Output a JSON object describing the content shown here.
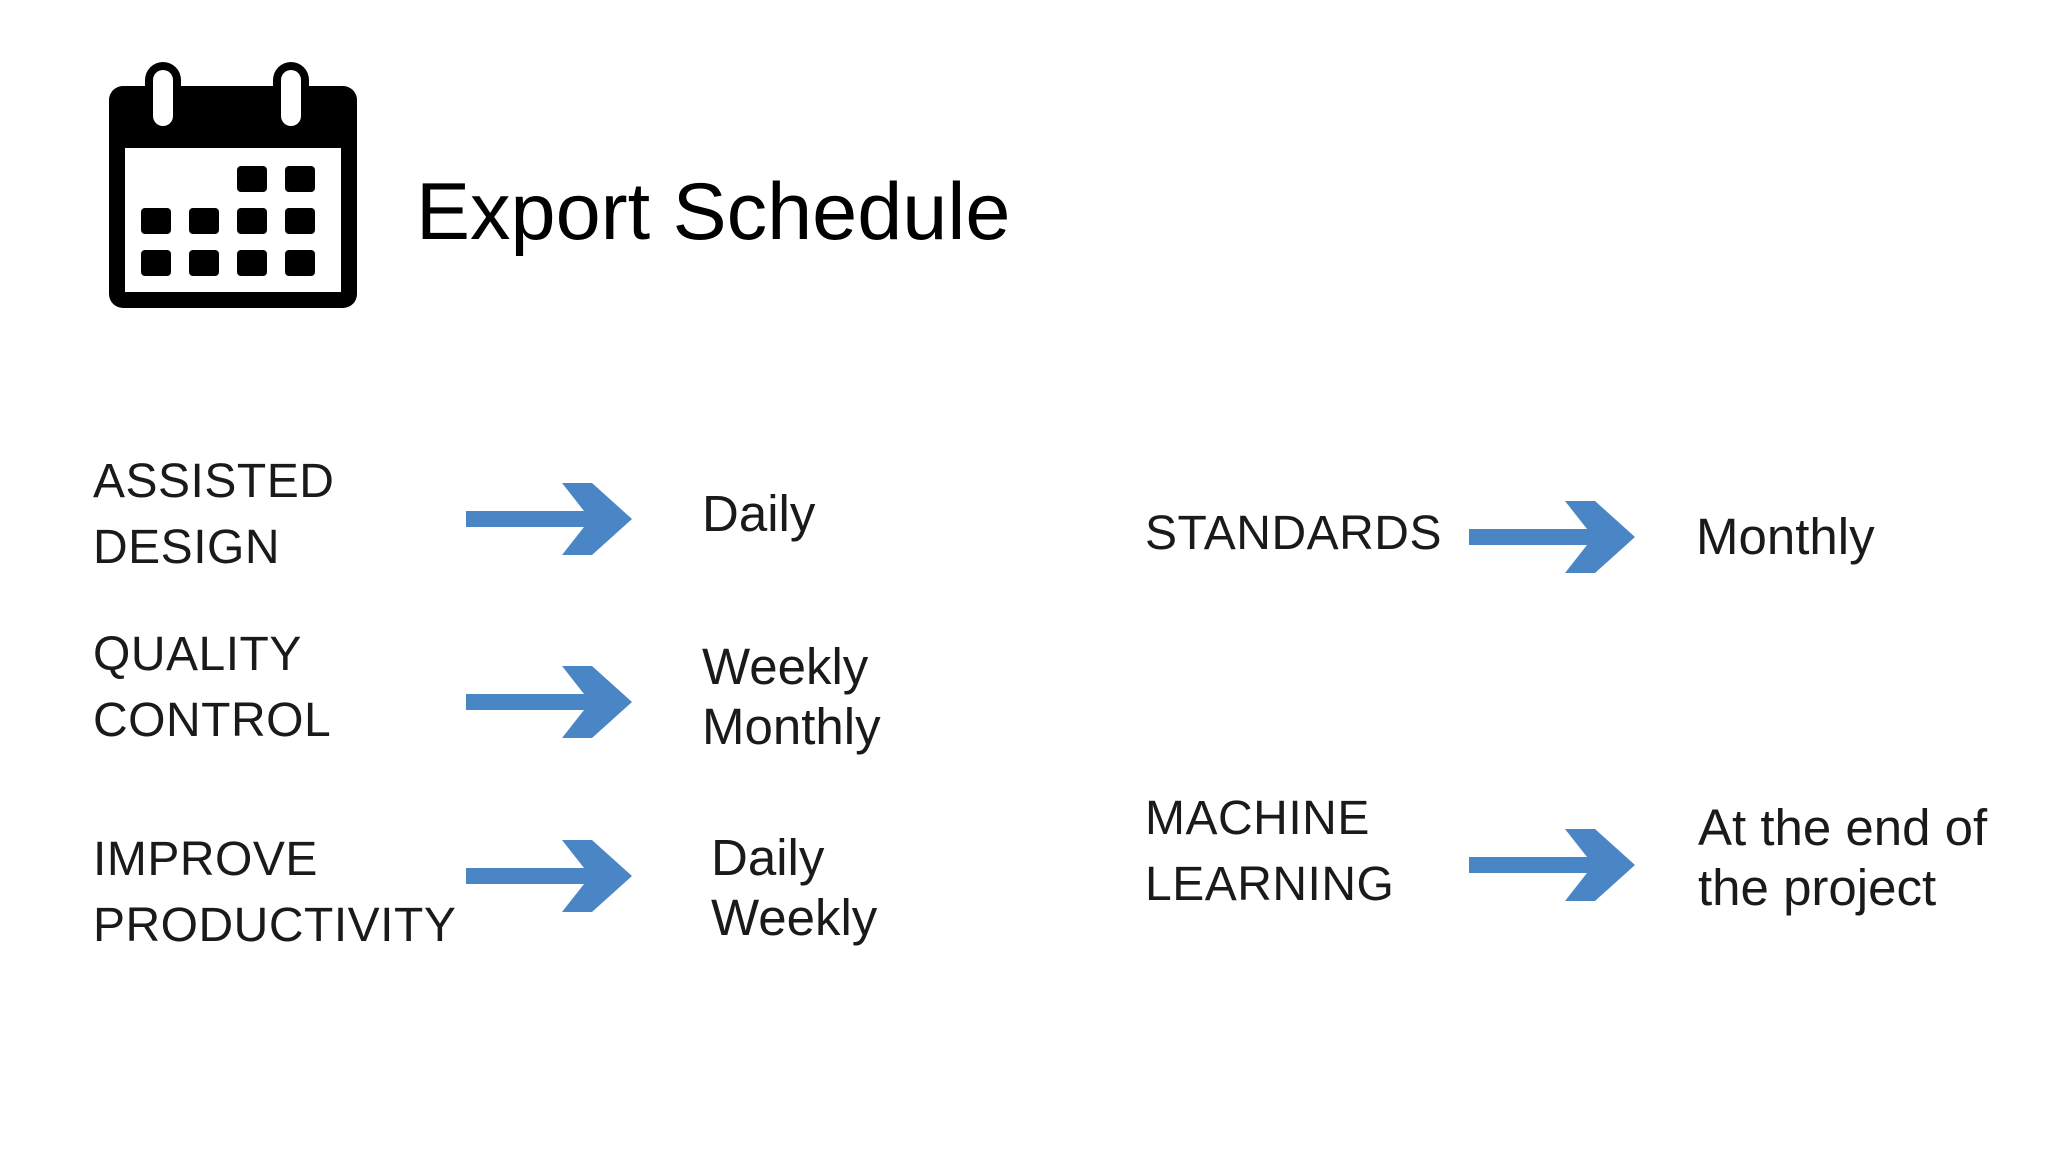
{
  "title": "Export Schedule",
  "arrow_color": "#4a86c6",
  "icons": {
    "header": "calendar-icon",
    "connector": "arrow-right-icon"
  },
  "schedule": [
    {
      "label_lines": [
        "ASSISTED",
        "DESIGN"
      ],
      "value_lines": [
        "Daily"
      ]
    },
    {
      "label_lines": [
        "QUALITY",
        "CONTROL"
      ],
      "value_lines": [
        "Weekly",
        "Monthly"
      ]
    },
    {
      "label_lines": [
        "IMPROVE",
        "PRODUCTIVITY"
      ],
      "value_lines": [
        "Daily",
        "Weekly"
      ]
    },
    {
      "label_lines": [
        "STANDARDS"
      ],
      "value_lines": [
        "Monthly"
      ]
    },
    {
      "label_lines": [
        "MACHINE",
        "LEARNING"
      ],
      "value_lines": [
        "At the end of",
        "the project"
      ]
    }
  ]
}
